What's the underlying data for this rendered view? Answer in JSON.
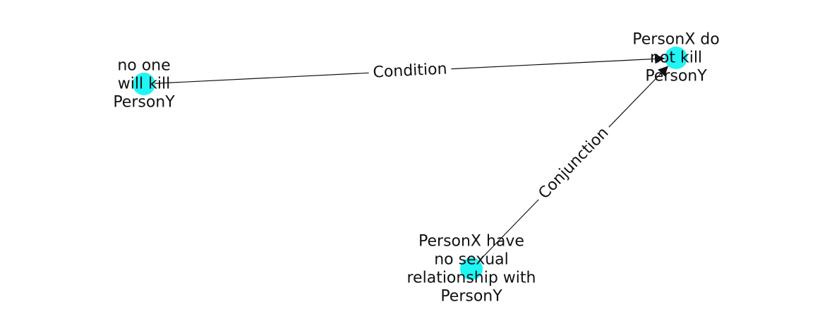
{
  "graph": {
    "node_color": "#1ff5f5",
    "edge_color": "#111111",
    "nodes": [
      {
        "id": "n1",
        "label": "no one\nwill kill\nPersonY"
      },
      {
        "id": "n2",
        "label": "PersonX do\nnot kill\nPersonY"
      },
      {
        "id": "n3",
        "label": "PersonX have\nno sexual\nrelationship with\nPersonY"
      }
    ],
    "edges": [
      {
        "from": "n1",
        "to": "n2",
        "label": "Condition"
      },
      {
        "from": "n3",
        "to": "n2",
        "label": "Conjunction"
      }
    ]
  }
}
